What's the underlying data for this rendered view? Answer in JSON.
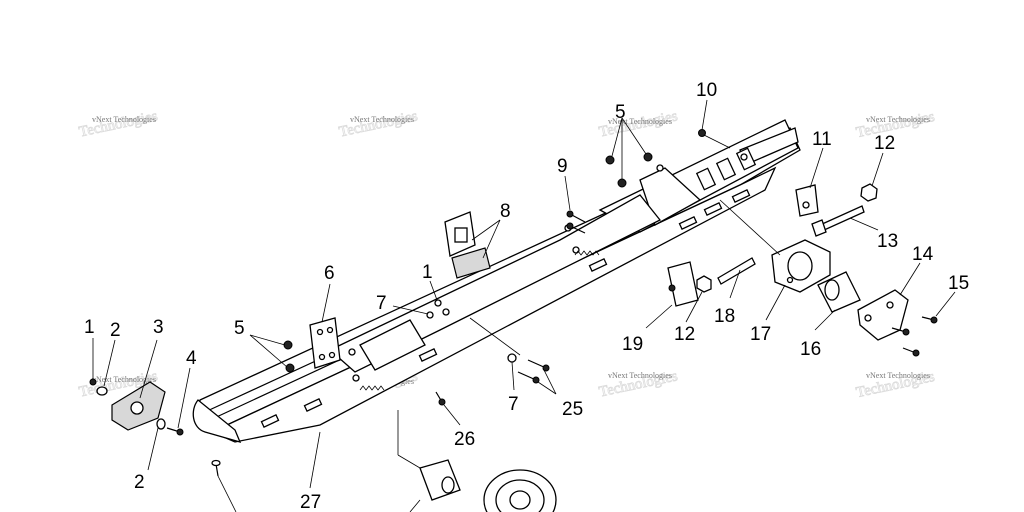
{
  "watermark_text": "vNext Technologies",
  "watermarks": [
    {
      "id": "wm1"
    },
    {
      "id": "wm2"
    },
    {
      "id": "wm3"
    },
    {
      "id": "wm4"
    },
    {
      "id": "wm5"
    },
    {
      "id": "wm6"
    },
    {
      "id": "wm7"
    },
    {
      "id": "wm8"
    }
  ],
  "callouts": [
    {
      "id": "c1a",
      "label": "1"
    },
    {
      "id": "c1b",
      "label": "1"
    },
    {
      "id": "c2a",
      "label": "2"
    },
    {
      "id": "c2b",
      "label": "2"
    },
    {
      "id": "c3",
      "label": "3"
    },
    {
      "id": "c4",
      "label": "4"
    },
    {
      "id": "c5a",
      "label": "5"
    },
    {
      "id": "c5b",
      "label": "5"
    },
    {
      "id": "c6",
      "label": "6"
    },
    {
      "id": "c7a",
      "label": "7"
    },
    {
      "id": "c7b",
      "label": "7"
    },
    {
      "id": "c8",
      "label": "8"
    },
    {
      "id": "c9",
      "label": "9"
    },
    {
      "id": "c10",
      "label": "10"
    },
    {
      "id": "c11",
      "label": "11"
    },
    {
      "id": "c12a",
      "label": "12"
    },
    {
      "id": "c12b",
      "label": "12"
    },
    {
      "id": "c13",
      "label": "13"
    },
    {
      "id": "c14",
      "label": "14"
    },
    {
      "id": "c15",
      "label": "15"
    },
    {
      "id": "c16",
      "label": "16"
    },
    {
      "id": "c17",
      "label": "17"
    },
    {
      "id": "c18",
      "label": "18"
    },
    {
      "id": "c19",
      "label": "19"
    },
    {
      "id": "c25",
      "label": "25"
    },
    {
      "id": "c26",
      "label": "26"
    },
    {
      "id": "c27",
      "label": "27"
    }
  ]
}
